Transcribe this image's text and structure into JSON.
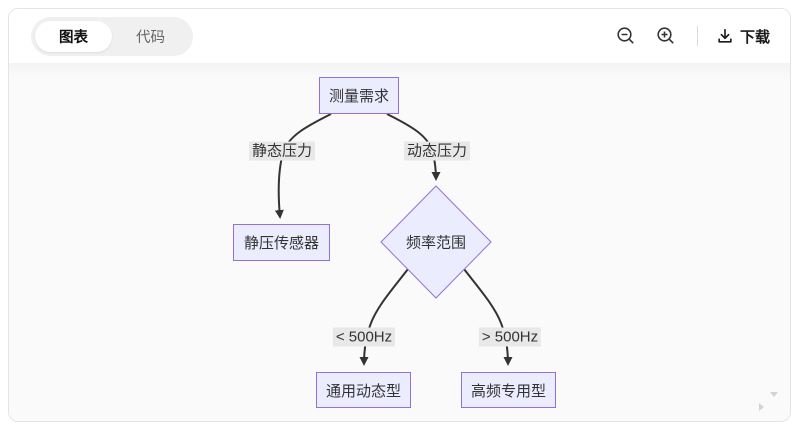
{
  "tabs": [
    {
      "label": "图表",
      "active": true
    },
    {
      "label": "代码",
      "active": false
    }
  ],
  "toolbar": {
    "zoom_out_icon": "magnifier-minus",
    "zoom_in_icon": "magnifier-plus",
    "download_label": "下载"
  },
  "diagram": {
    "type": "flowchart",
    "direction": "top-down",
    "nodes": [
      {
        "id": "A",
        "label": "测量需求",
        "shape": "rect"
      },
      {
        "id": "B",
        "label": "静压传感器",
        "shape": "rect"
      },
      {
        "id": "C",
        "label": "频率范围",
        "shape": "diamond"
      },
      {
        "id": "D",
        "label": "通用动态型",
        "shape": "rect"
      },
      {
        "id": "E",
        "label": "高频专用型",
        "shape": "rect"
      }
    ],
    "edges": [
      {
        "from": "A",
        "to": "B",
        "label": "静态压力"
      },
      {
        "from": "A",
        "to": "C",
        "label": "动态压力"
      },
      {
        "from": "C",
        "to": "D",
        "label": "< 500Hz"
      },
      {
        "from": "C",
        "to": "E",
        "label": "> 500Hz"
      }
    ],
    "colors": {
      "node_fill": "#ECECFF",
      "node_border": "#9370DB",
      "edge_stroke": "#333333",
      "edge_label_bg": "#e8e8e8",
      "text": "#333333",
      "canvas_bg": "#fafafa"
    }
  }
}
